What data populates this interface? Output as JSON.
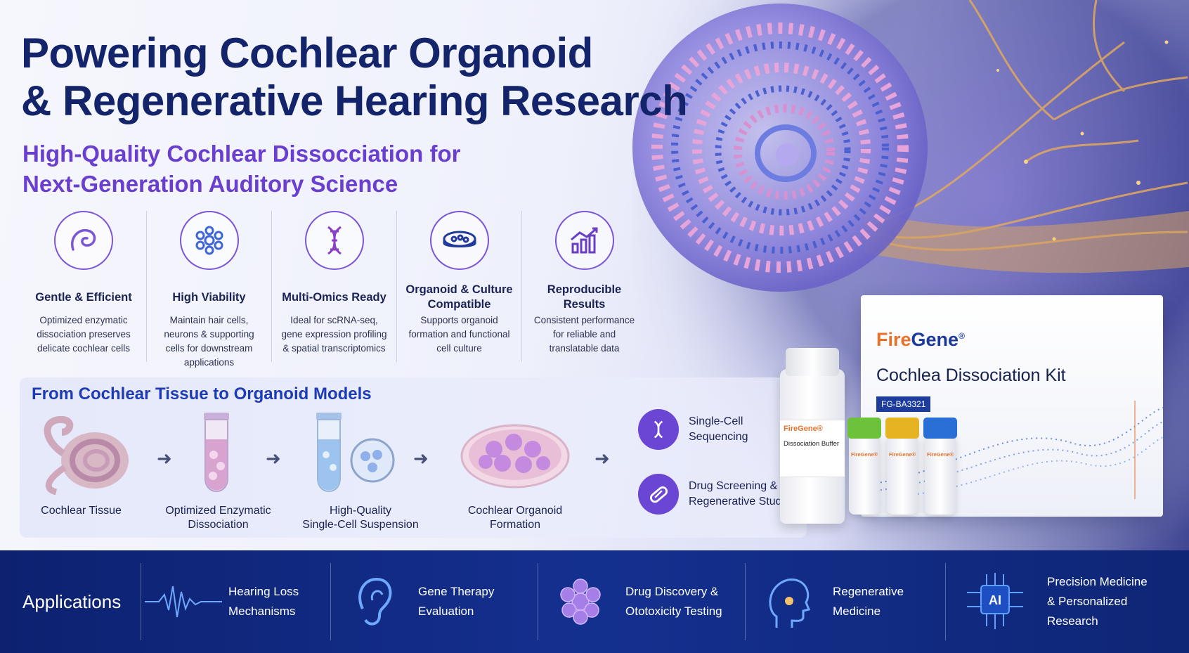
{
  "header": {
    "title_line1": "Powering Cochlear Organoid",
    "title_line2": "& Regenerative Hearing Research",
    "subtitle_line1": "High-Quality Cochlear Dissocciation for",
    "subtitle_line2": "Next-Generation Auditory Science"
  },
  "features": [
    {
      "icon": "cochlea-outline-icon",
      "title": "Gentle & Efficient",
      "desc": [
        "Optimized enzymatic",
        "dissociation preserves",
        "delicate cochlear cells"
      ]
    },
    {
      "icon": "cells-cluster-icon",
      "title": "High Viability",
      "desc": [
        "Maintain hair cells,",
        "neurons & supporting",
        "cells for downstream",
        "applications"
      ]
    },
    {
      "icon": "dna-icon",
      "title": "Multi-Omics Ready",
      "desc": [
        "Ideal for scRNA-seq,",
        "gene expression profiling",
        "& spatial transcriptomics"
      ]
    },
    {
      "icon": "petri-dish-icon",
      "title": "Organoid & Culture Compatible",
      "desc": [
        "Supports organoid",
        "formation and functional",
        "cell culture"
      ]
    },
    {
      "icon": "bar-chart-icon",
      "title": "Reproducible Results",
      "desc": [
        "Consistent performance",
        "for reliable and",
        "translatable data"
      ]
    }
  ],
  "workflow": {
    "title": "From Cochlear Tissue to Organoid Models",
    "steps": [
      {
        "line1": "Cochlear Tissue",
        "line2": ""
      },
      {
        "line1": "Optimized Enzymatic",
        "line2": "Dissociation"
      },
      {
        "line1": "High-Quality",
        "line2": "Single-Cell Suspension"
      },
      {
        "line1": "Cochlear Organoid",
        "line2": "Formation"
      }
    ],
    "outcomes": [
      {
        "icon": "dna-icon",
        "line1": "Single-Cell",
        "line2": "Sequencing"
      },
      {
        "icon": "capsule-icon",
        "line1": "Drug Screening &",
        "line2": "Regenerative Studies"
      }
    ]
  },
  "product": {
    "brand_fire": "Fire",
    "brand_gene": "Gene",
    "brand_mark": "®",
    "kit_name": "Cochlea Dissociation Kit",
    "kit_code": "FG-BA3321",
    "bottle_brand": "FireGene®",
    "bottle_label": "Dissociation Buffer",
    "vial_brand": "FireGene®"
  },
  "applications": {
    "title": "Applications",
    "items": [
      {
        "icon": "waveform-icon",
        "line1": "Hearing Loss",
        "line2": "Mechanisms",
        "line3": ""
      },
      {
        "icon": "ear-icon",
        "line1": "Gene Therapy",
        "line2": "Evaluation",
        "line3": ""
      },
      {
        "icon": "cell-cluster-icon",
        "line1": "Drug Discovery &",
        "line2": "Ototoxicity Testing",
        "line3": ""
      },
      {
        "icon": "head-profile-icon",
        "line1": "Regenerative",
        "line2": "Medicine",
        "line3": ""
      },
      {
        "icon": "ai-chip-icon",
        "line1": "Precision Medicine",
        "line2": "& Personalized",
        "line3": "Research"
      }
    ]
  },
  "colors": {
    "title": "#14246b",
    "subtitle": "#6a3fcf",
    "accent_purple": "#7b56d6",
    "brand_orange": "#e8712a",
    "brand_blue": "#1b3a9a",
    "apps_bar": "#14308f"
  }
}
